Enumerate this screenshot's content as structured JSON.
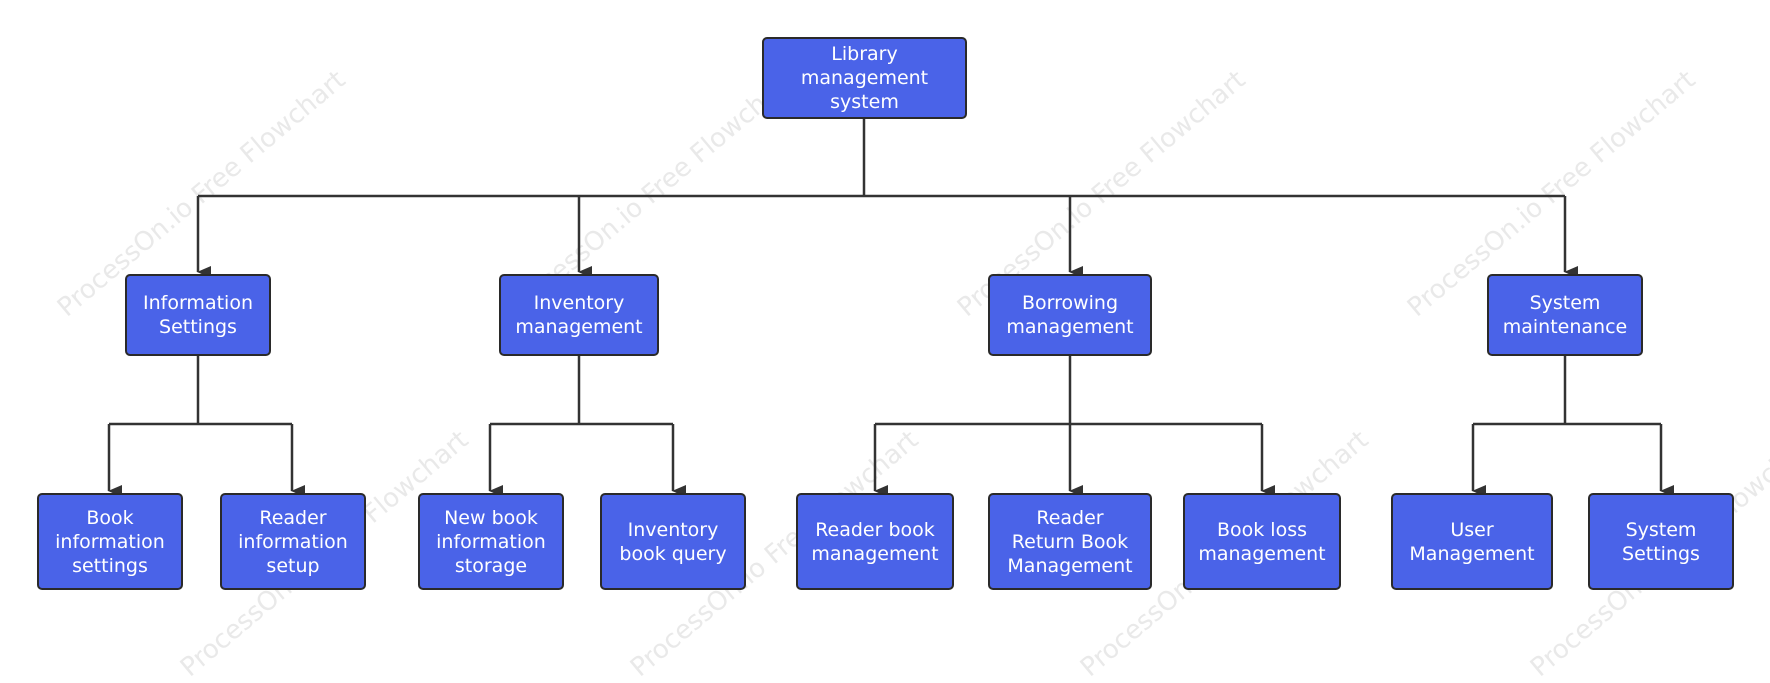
{
  "colors": {
    "node_fill": "#4a63e8",
    "node_border": "#2a2a2a",
    "node_text": "#ffffff",
    "connector": "#333333",
    "watermark": "#e9e9e9"
  },
  "watermark_text": "ProcessOn.io Free Flowchart",
  "root": {
    "label": "Library\nmanagement\nsystem"
  },
  "modules": [
    {
      "label": "Information\nSettings",
      "children": [
        {
          "label": "Book\ninformation\nsettings"
        },
        {
          "label": "Reader\ninformation\nsetup"
        }
      ]
    },
    {
      "label": "Inventory\nmanagement",
      "children": [
        {
          "label": "New book\ninformation\nstorage"
        },
        {
          "label": "Inventory\nbook query"
        }
      ]
    },
    {
      "label": "Borrowing\nmanagement",
      "children": [
        {
          "label": "Reader book\nmanagement"
        },
        {
          "label": "Reader\nReturn Book\nManagement"
        },
        {
          "label": "Book loss\nmanagement"
        }
      ]
    },
    {
      "label": "System\nmaintenance",
      "children": [
        {
          "label": "User\nManagement"
        },
        {
          "label": "System\nSettings"
        }
      ]
    }
  ]
}
